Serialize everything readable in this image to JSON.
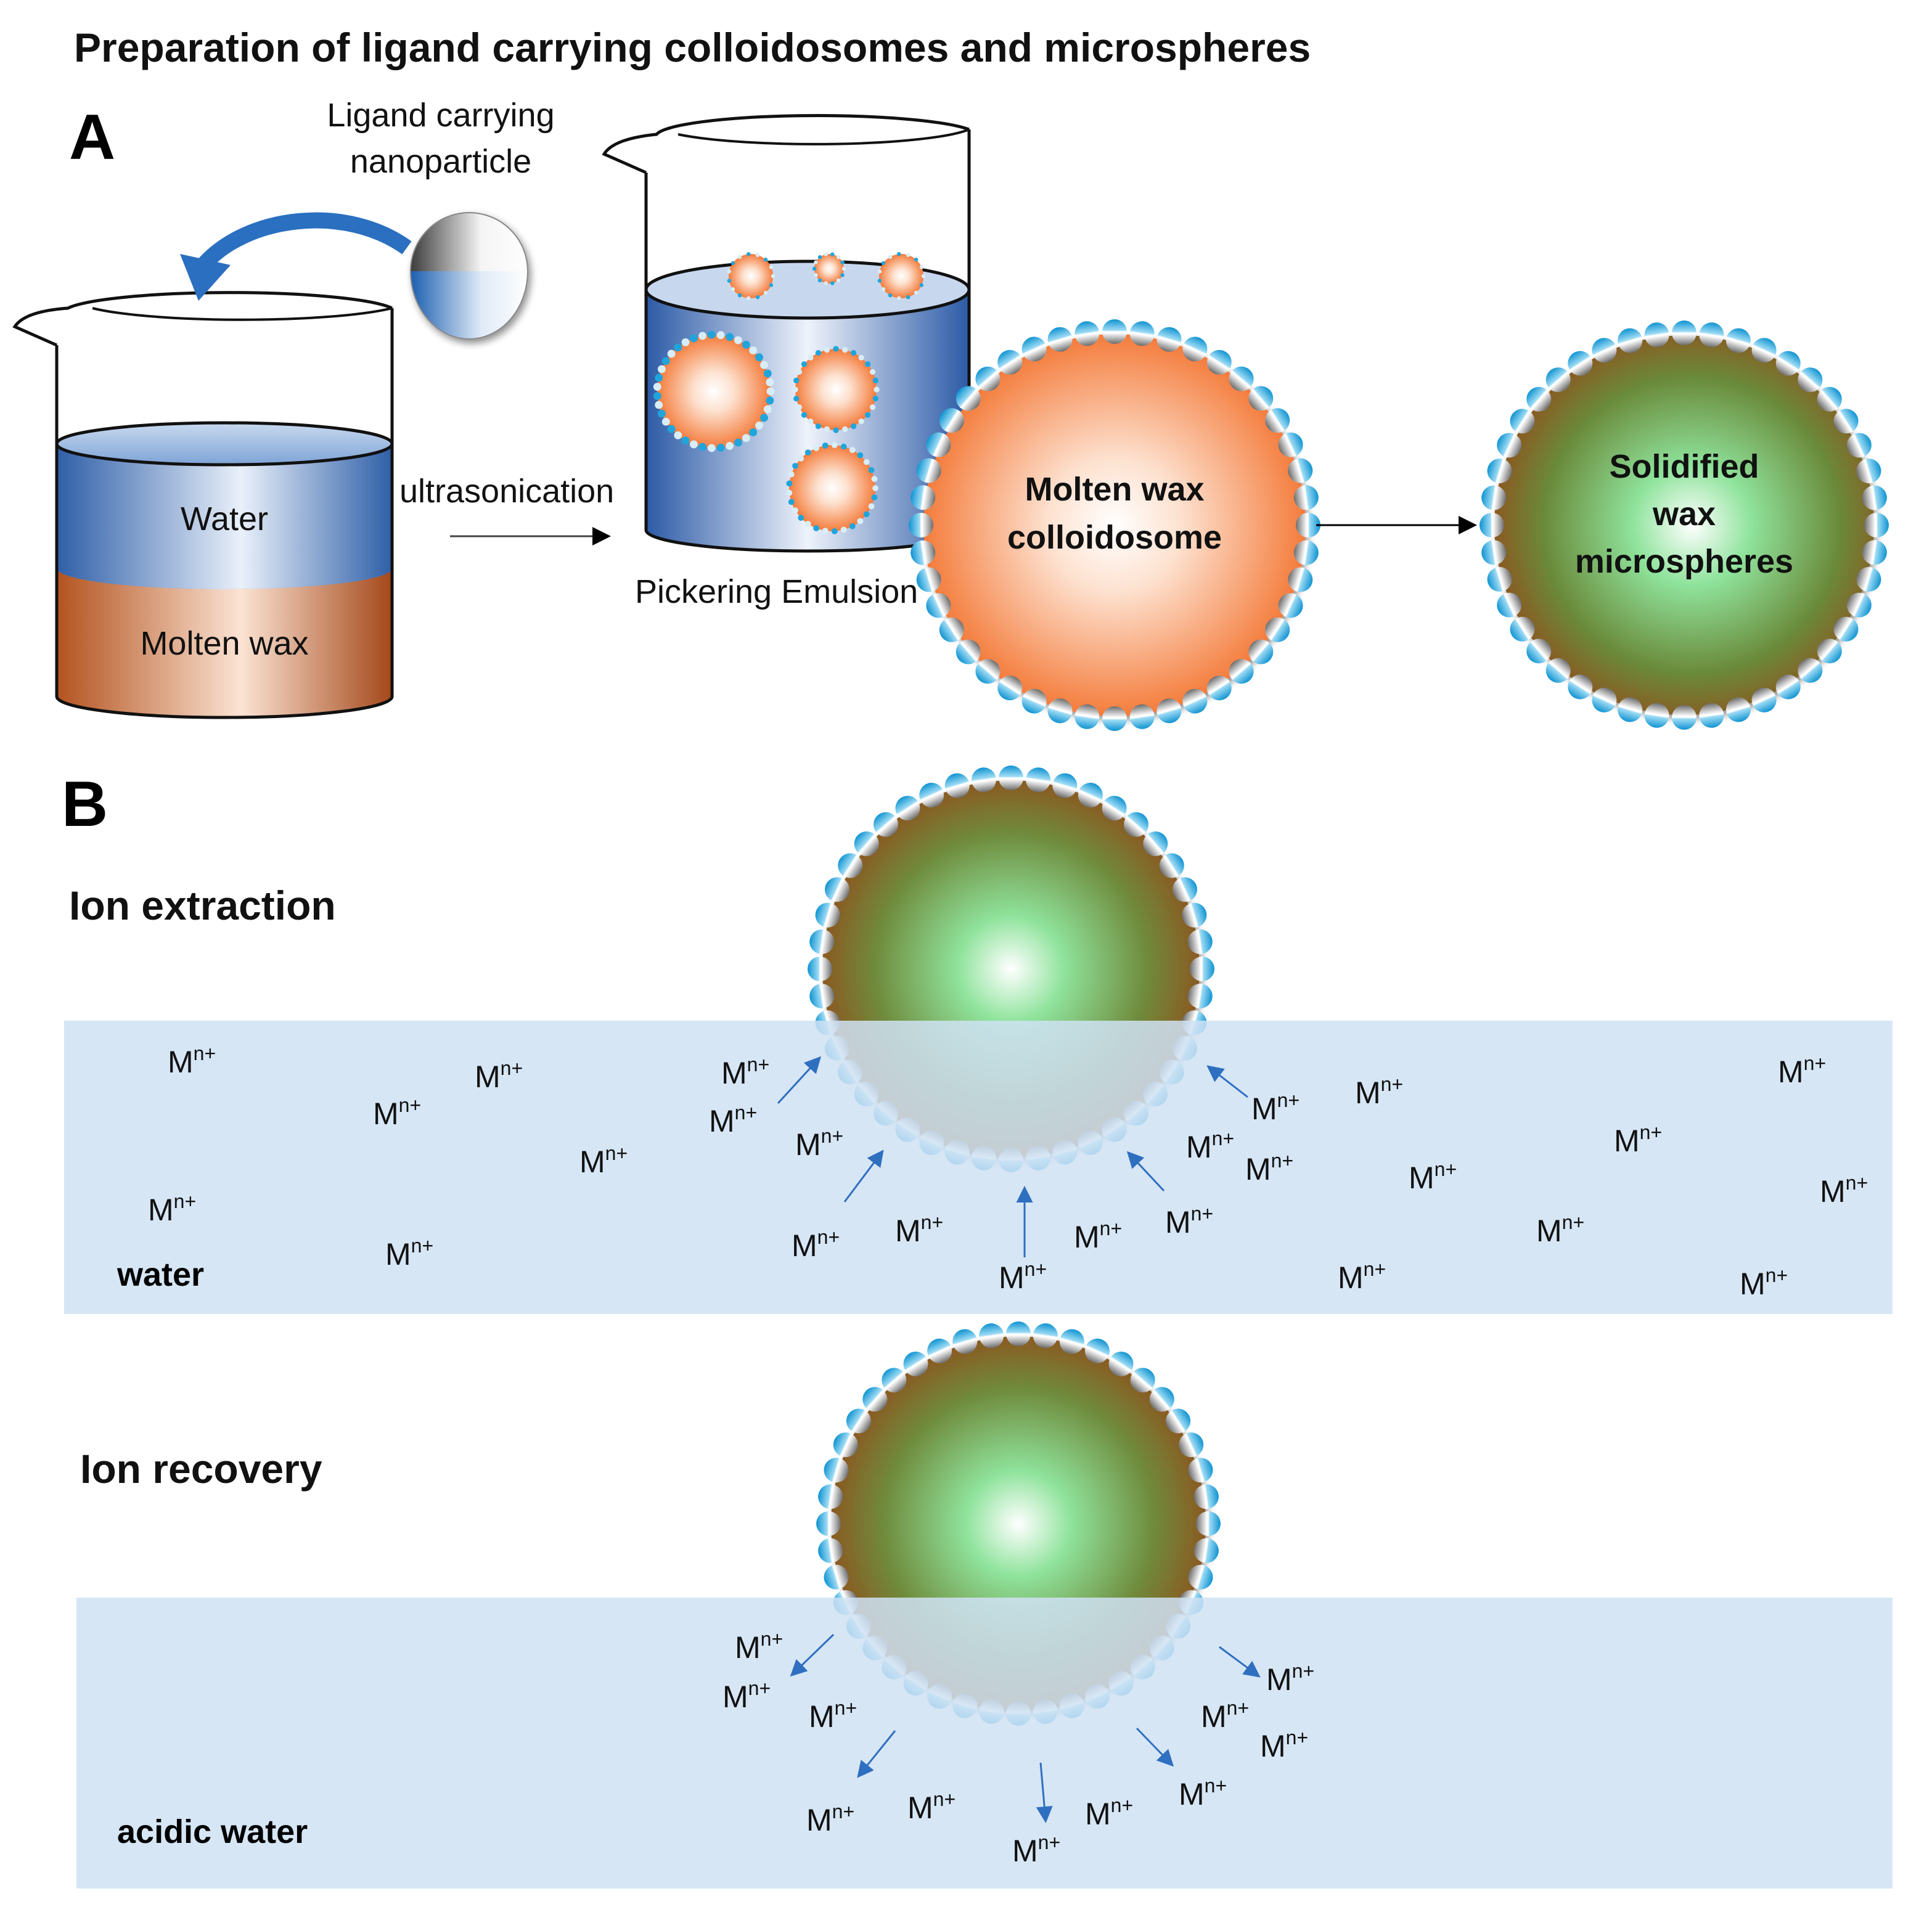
{
  "title": "Preparation of ligand carrying colloidosomes and microspheres",
  "panel_a": {
    "letter": "A",
    "nanoparticle_label_line1": "Ligand carrying",
    "nanoparticle_label_line2": "nanoparticle",
    "water_label": "Water",
    "wax_label": "Molten wax",
    "process_label": "ultrasonication",
    "emulsion_label": "Pickering Emulsion",
    "colloidosome_line1": "Molten wax",
    "colloidosome_line2": "colloidosome",
    "microsphere_line1": "Solidified",
    "microsphere_line2": "wax",
    "microsphere_line3": "microspheres"
  },
  "panel_b": {
    "letter": "B",
    "extraction_title": "Ion extraction",
    "extraction_medium": "water",
    "recovery_title": "Ion recovery",
    "recovery_medium": "acidic water",
    "ion_symbol": "M",
    "ion_charge": "n+"
  },
  "colors": {
    "water_blue": "#3a6db5",
    "wax_orange": "#f28a52",
    "wax_brown": "#b35a22",
    "shell_cyan": "#1fa5dc",
    "arrow_blue": "#2f6fc0",
    "solution_band": "#cfe2f3",
    "microsphere_green": "#7fd88a",
    "microsphere_brown": "#8a6a2a"
  },
  "icons": {
    "curved_arrow": "curved-arrow-icon",
    "janus_particle": "janus-nanoparticle-icon",
    "beaker": "beaker-icon"
  }
}
